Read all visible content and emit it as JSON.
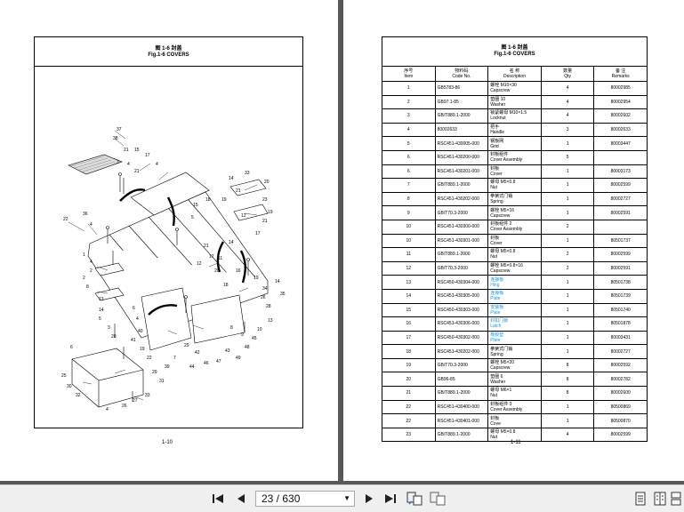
{
  "left_page": {
    "title_cn": "图 1-6  封盖",
    "title_en": "Fig.1-6 COVERS",
    "page_number": "1-10",
    "callouts": [
      "37",
      "38",
      "21",
      "15",
      "17",
      "4",
      "3",
      "4",
      "21",
      "22",
      "36",
      "4",
      "14",
      "33",
      "20",
      "21",
      "23",
      "19",
      "21",
      "17",
      "12",
      "19",
      "18",
      "15",
      "5",
      "14",
      "11",
      "16",
      "20",
      "21",
      "17",
      "12",
      "18",
      "19",
      "34",
      "26",
      "28",
      "14",
      "35",
      "13",
      "10",
      "9",
      "8",
      "1",
      "4",
      "2",
      "2",
      "8",
      "13",
      "14",
      "5",
      "3",
      "20",
      "6",
      "4",
      "40",
      "41",
      "19",
      "22",
      "6",
      "25",
      "30",
      "32",
      "4",
      "26",
      "27",
      "33",
      "31",
      "29",
      "39",
      "7",
      "29",
      "42",
      "44",
      "46",
      "47",
      "43",
      "49",
      "48",
      "45"
    ]
  },
  "right_page": {
    "title_cn": "图 1-6  封盖",
    "title_en": "Fig.1-6 COVERS",
    "page_number": "1-11",
    "headers": [
      {
        "cn": "序号",
        "en": "Item"
      },
      {
        "cn": "物料码",
        "en": "Code No."
      },
      {
        "cn": "名 称",
        "en": "Description"
      },
      {
        "cn": "数量",
        "en": "Qty"
      },
      {
        "cn": "备 注",
        "en": "Remarks"
      }
    ],
    "rows": [
      {
        "item": "1",
        "code": "GB5783-86",
        "desc_cn": "螺栓 M10×30",
        "desc_en": "Capscrew",
        "qty": "4",
        "remarks": "80002985"
      },
      {
        "item": "2",
        "code": "GB97.1-85",
        "desc_cn": "垫圈 10",
        "desc_en": "Washer",
        "qty": "4",
        "remarks": "80002954"
      },
      {
        "item": "3",
        "code": "GB/T889.1-2000",
        "desc_cn": "锁紧螺母 M10×1.5",
        "desc_en": "Locknut",
        "qty": "4",
        "remarks": "80002602"
      },
      {
        "item": "4",
        "code": "80002633",
        "desc_cn": "把手",
        "desc_en": "Handle",
        "qty": "3",
        "remarks": "80002633"
      },
      {
        "item": "5",
        "code": "RSC451-430005-000",
        "desc_cn": "钢板网",
        "desc_en": "Grid",
        "qty": "1",
        "remarks": "80003447"
      },
      {
        "item": "6",
        "code": "RSC451-430200-000",
        "desc_cn": "封板组件",
        "desc_en": "Cover Assembly",
        "qty": "5",
        "remarks": ""
      },
      {
        "item": "6",
        "code": "RSC451-430201-000",
        "desc_cn": "封板",
        "desc_en": "Cover",
        "qty": "1",
        "remarks": "80003173"
      },
      {
        "item": "7",
        "code": "GB/T889.1-2000",
        "desc_cn": "螺母 M5×0.8",
        "desc_en": "Nut",
        "qty": "1",
        "remarks": "80002599"
      },
      {
        "item": "8",
        "code": "RSC451-430202-000",
        "desc_cn": "拳簧式门销",
        "desc_en": "Spring",
        "qty": "1",
        "remarks": "80002727"
      },
      {
        "item": "9",
        "code": "GB/T70.3-2000",
        "desc_cn": "螺栓 M5×16",
        "desc_en": "Capscrew",
        "qty": "1",
        "remarks": "80002591"
      },
      {
        "item": "10",
        "code": "RSC451-430300-000",
        "desc_cn": "封板组件 2",
        "desc_en": "Cover Assembly",
        "qty": "2",
        "remarks": ""
      },
      {
        "item": "10",
        "code": "RSC451-430301-000",
        "desc_cn": "封板",
        "desc_en": "Cover",
        "qty": "1",
        "remarks": "80501737"
      },
      {
        "item": "11",
        "code": "GB/T889.1-2000",
        "desc_cn": "螺母 M5×0.8",
        "desc_en": "Nut",
        "qty": "2",
        "remarks": "80002599"
      },
      {
        "item": "12",
        "code": "GB/T70.3-2000",
        "desc_cn": "螺栓 M5×0.8×16",
        "desc_en": "Capscrew",
        "qty": "2",
        "remarks": "80002591"
      },
      {
        "item": "13",
        "code": "RSC450-430304-000",
        "desc_cn": "连接板",
        "desc_en": "Hing",
        "qty": "1",
        "remarks": "80501738",
        "blue": true
      },
      {
        "item": "14",
        "code": "RSC451-430305-000",
        "desc_cn": "连接板",
        "desc_en": "Plate",
        "qty": "1",
        "remarks": "80501739",
        "blue": true
      },
      {
        "item": "15",
        "code": "RSC450-430303-000",
        "desc_cn": "安装板",
        "desc_en": "Plate",
        "qty": "1",
        "remarks": "80501740",
        "blue": true
      },
      {
        "item": "16",
        "code": "RSC451-430306-000",
        "desc_cn": "封扣门锁",
        "desc_en": "Latch",
        "qty": "1",
        "remarks": "80501878",
        "blue": true
      },
      {
        "item": "17",
        "code": "RSC450-430302-000",
        "desc_cn": "橡胶垫",
        "desc_en": "Plate",
        "qty": "1",
        "remarks": "80003431",
        "blue": true
      },
      {
        "item": "18",
        "code": "RSC451-430202-000",
        "desc_cn": "拳簧式门销",
        "desc_en": "Spring",
        "qty": "1",
        "remarks": "80002727"
      },
      {
        "item": "19",
        "code": "GB/T70.3-2000",
        "desc_cn": "螺栓 M5×20",
        "desc_en": "Capscrew",
        "qty": "8",
        "remarks": "80002592"
      },
      {
        "item": "20",
        "code": "GB96-85",
        "desc_cn": "垫圈 6",
        "desc_en": "Washer",
        "qty": "8",
        "remarks": "80002782"
      },
      {
        "item": "21",
        "code": "GB/T889.1-2000",
        "desc_cn": "螺母 M6×1",
        "desc_en": "Nut",
        "qty": "8",
        "remarks": "80002600"
      },
      {
        "item": "22",
        "code": "RSC451-430400-000",
        "desc_cn": "封板组件 3",
        "desc_en": "Cover Assembly",
        "qty": "1",
        "remarks": "80500869"
      },
      {
        "item": "22",
        "code": "RSC451-430401-000",
        "desc_cn": "封板",
        "desc_en": "Cove",
        "qty": "1",
        "remarks": "80500870"
      },
      {
        "item": "23",
        "code": "GB/T889.1-2000",
        "desc_cn": "螺母 M5×0.8",
        "desc_en": "Nut",
        "qty": "4",
        "remarks": "80002599"
      }
    ]
  },
  "toolbar": {
    "page_indicator": "23 / 630",
    "icons": [
      "first-page-icon",
      "prev-page-icon",
      "next-page-icon",
      "last-page-icon",
      "rotate-icon",
      "fit-page-icon",
      "single-page-view-icon",
      "two-page-view-icon",
      "scroll-view-icon"
    ]
  }
}
